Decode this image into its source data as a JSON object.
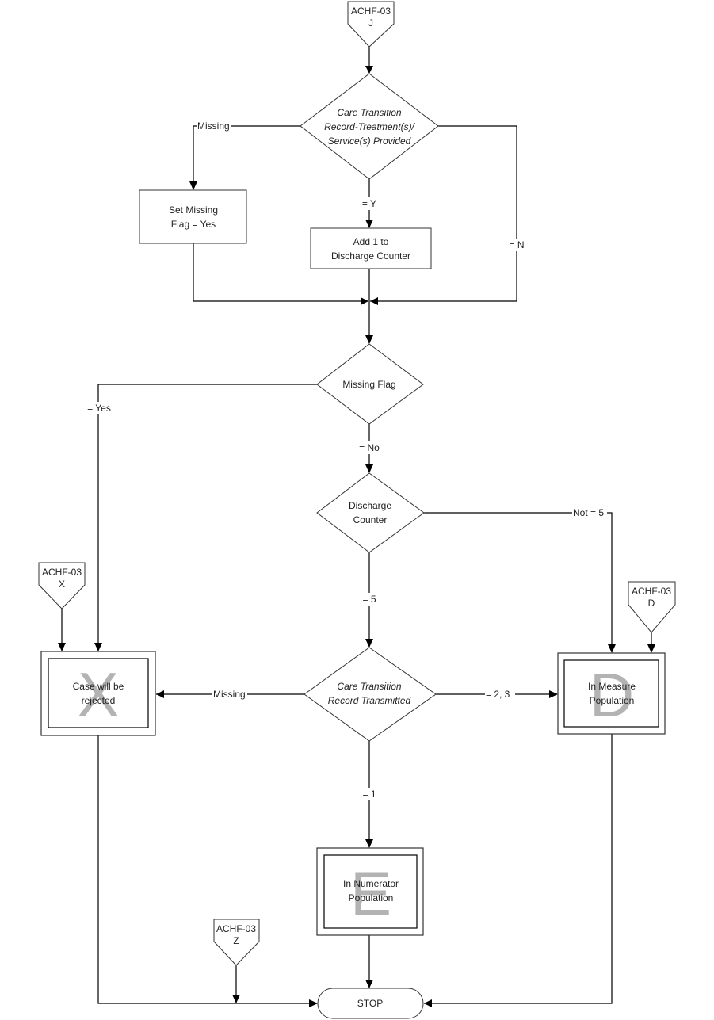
{
  "connectors": {
    "J": {
      "line1": "ACHF-03",
      "line2": "J"
    },
    "X": {
      "line1": "ACHF-03",
      "line2": "X"
    },
    "D": {
      "line1": "ACHF-03",
      "line2": "D"
    },
    "Z": {
      "line1": "ACHF-03",
      "line2": "Z"
    }
  },
  "decisions": {
    "care_transition_treatment": {
      "lines": [
        "Care Transition",
        "Record-Treatment(s)/",
        "Service(s) Provided"
      ]
    },
    "missing_flag": {
      "lines": [
        "Missing Flag"
      ]
    },
    "discharge_counter": {
      "lines": [
        "Discharge",
        "Counter"
      ]
    },
    "record_transmitted": {
      "lines": [
        "Care Transition",
        "Record Transmitted"
      ]
    }
  },
  "processes": {
    "set_missing_flag": {
      "lines": [
        "Set Missing",
        "Flag = Yes"
      ]
    },
    "add_discharge": {
      "lines": [
        "Add 1 to",
        "Discharge Counter"
      ]
    }
  },
  "outcomes": {
    "rejected": {
      "letter": "X",
      "lines": [
        "Case will be",
        "rejected"
      ]
    },
    "measure": {
      "letter": "D",
      "lines": [
        "In Measure",
        "Population"
      ]
    },
    "numerator": {
      "letter": "E",
      "lines": [
        "In Numerator",
        "Population"
      ]
    }
  },
  "terminal": {
    "stop": "STOP"
  },
  "edge_labels": {
    "treatment_missing": "Missing",
    "treatment_y": "= Y",
    "treatment_n": "= N",
    "flag_yes": "= Yes",
    "flag_no": "= No",
    "counter_not5": "Not = 5",
    "counter_5": "= 5",
    "transmitted_missing": "Missing",
    "transmitted_23": "= 2, 3",
    "transmitted_1": "= 1"
  }
}
